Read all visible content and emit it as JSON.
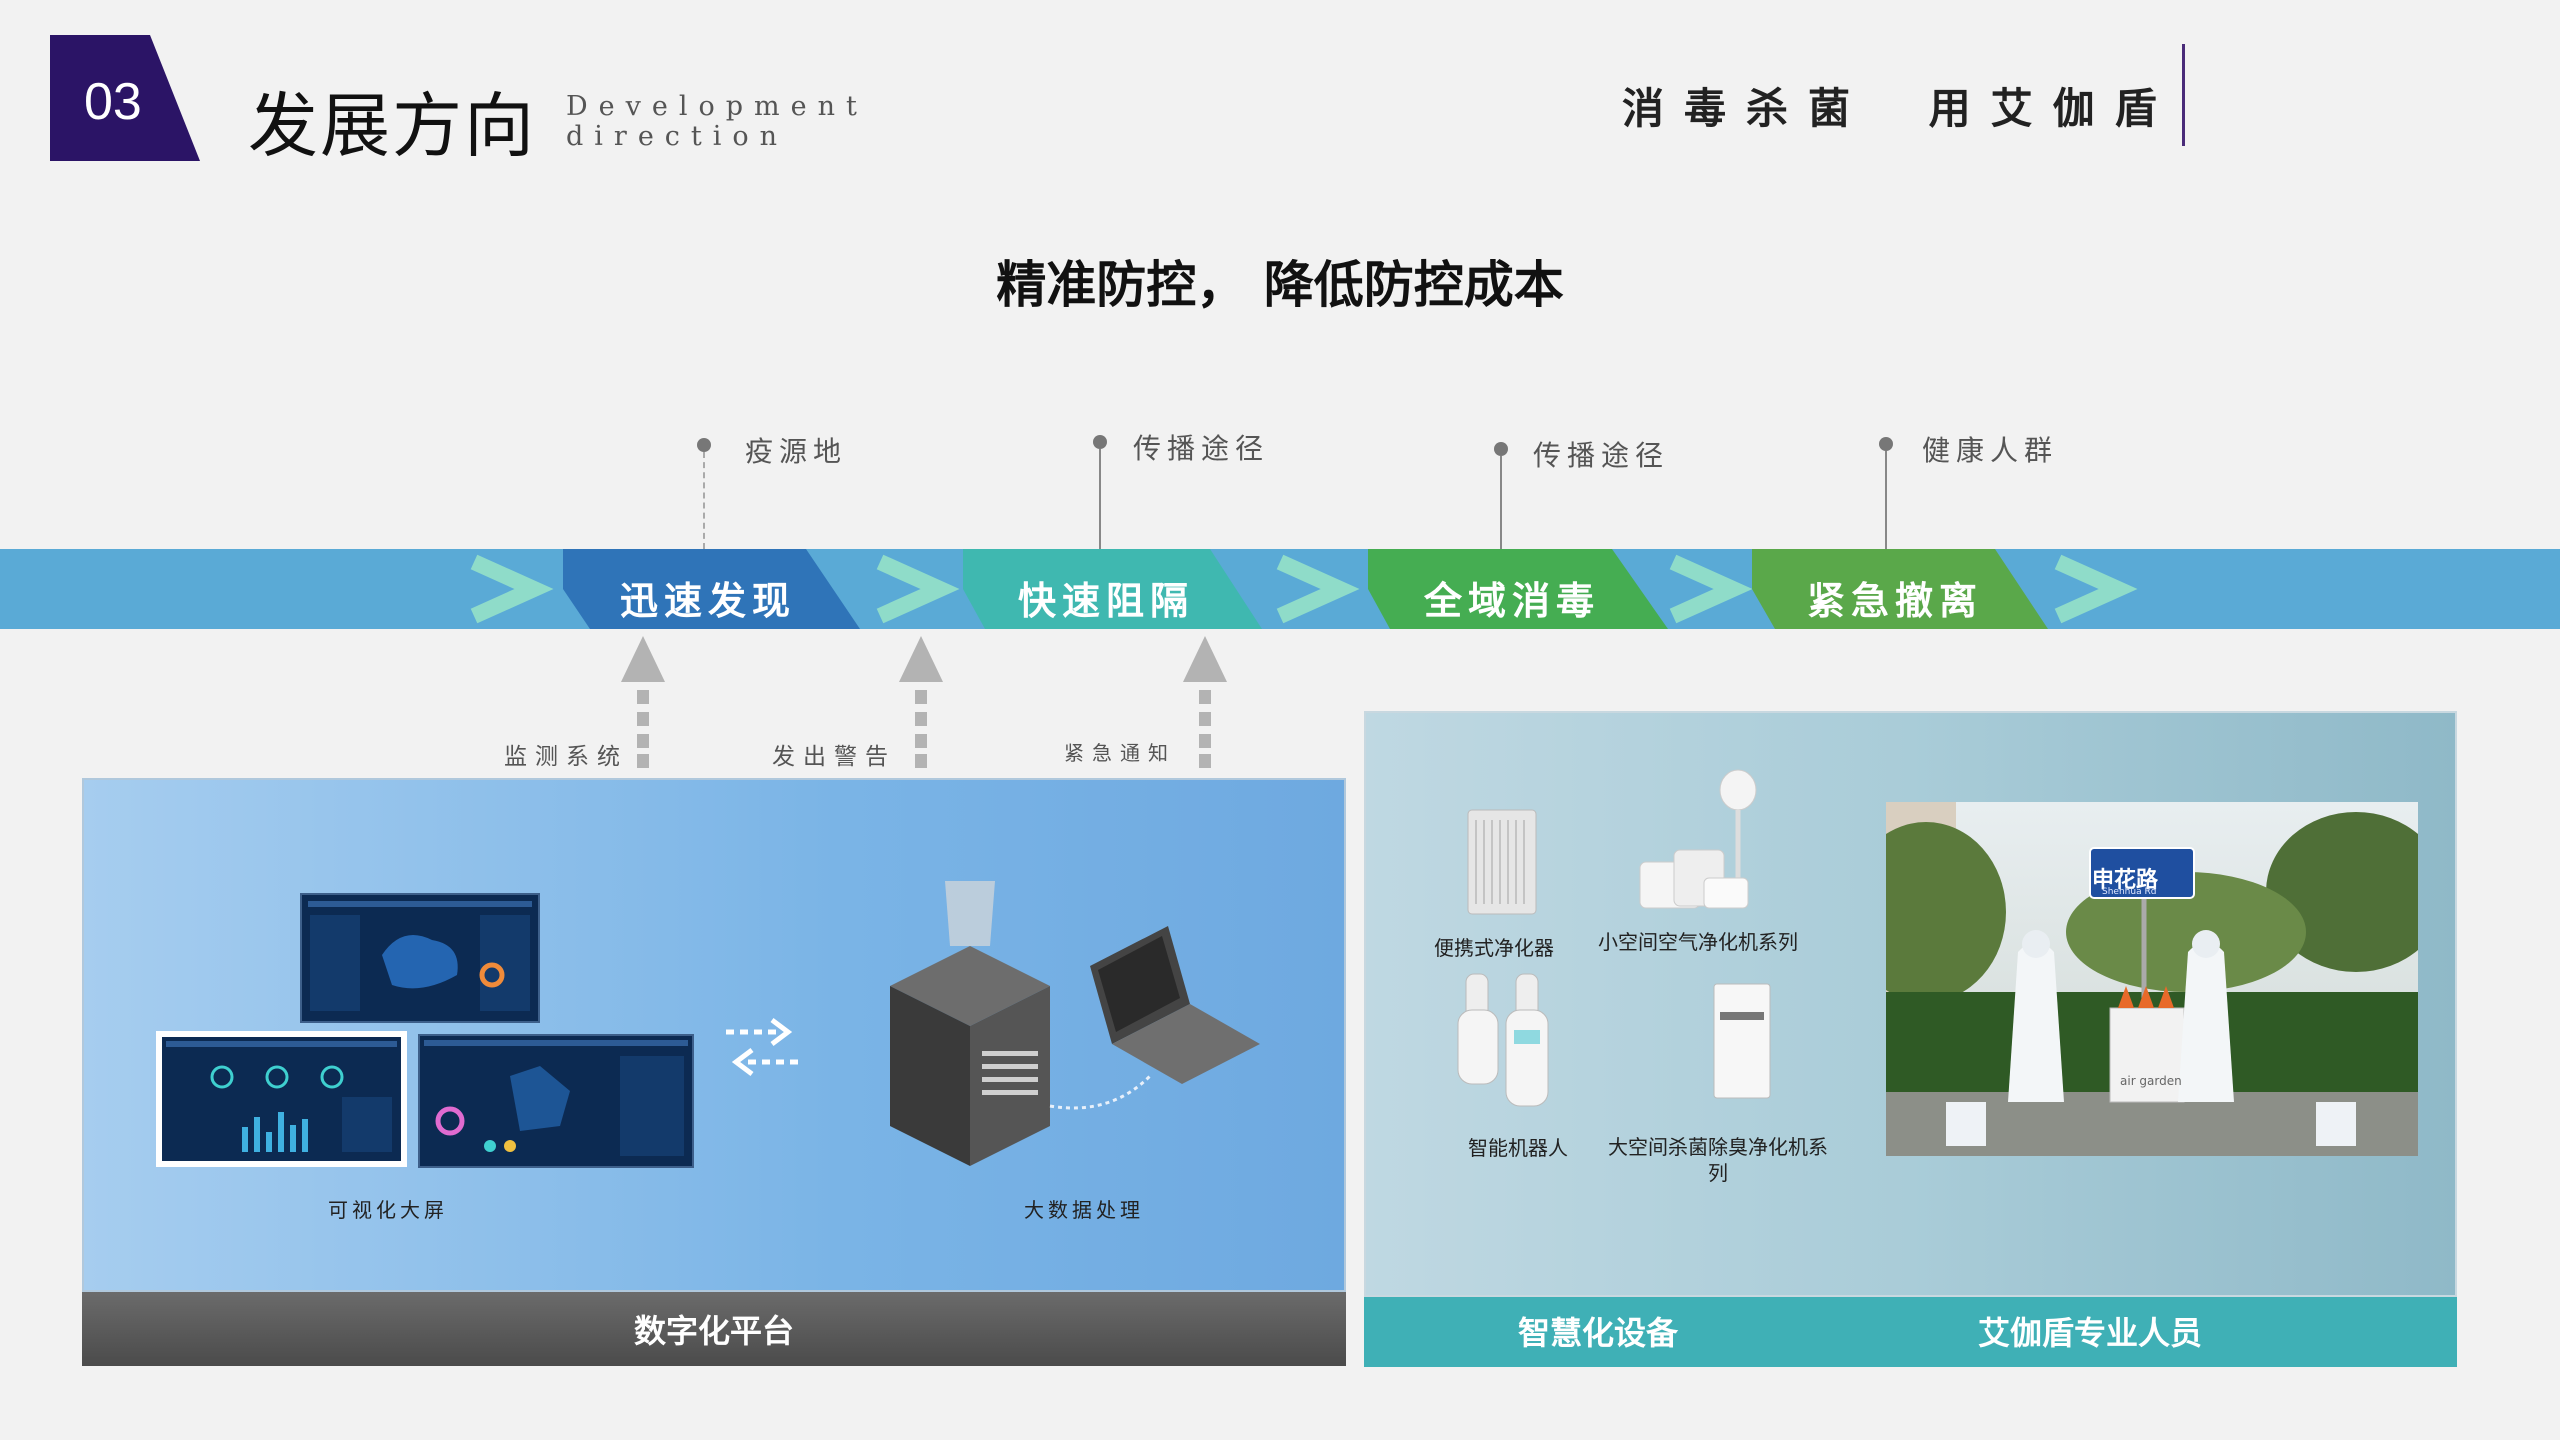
{
  "header": {
    "section_number": "03",
    "title": "发展方向",
    "subtitle_line1": "Development",
    "subtitle_line2": "direction",
    "slogan": "消毒杀菌 用艾伽盾"
  },
  "headline": "精准防控， 降低防控成本",
  "flow": {
    "stage_labels": [
      "疫源地",
      "传播途径",
      "传播途径",
      "健康人群"
    ],
    "steps": [
      "迅速发现",
      "快速阻隔",
      "全域消毒",
      "紧急撤离"
    ],
    "inputs": [
      "监测系统",
      "发出警告",
      "紧急通知"
    ]
  },
  "left_panel": {
    "caption_screens": "可视化大屏",
    "caption_bigdata": "大数据处理",
    "footer": "数字化平台"
  },
  "right_panel": {
    "devices": {
      "portable": "便携式净化器",
      "small_space": "小空间空气净化机系列",
      "robot": "智能机器人",
      "large_space": "大空间杀菌除臭净化机系列"
    },
    "photo_sign": "申花路",
    "photo_sign_sub": "Shenhua Rd",
    "photo_cart_text": "air garden",
    "footer_left": "智慧化设备",
    "footer_right": "艾伽盾专业人员"
  },
  "colors": {
    "brand_purple": "#2b1466",
    "band_blue": "#5aaad6",
    "step1": "#2f74b8",
    "step2": "#3fb8b0",
    "step3": "#45ad52",
    "step4": "#5aa84a",
    "chevron": "#8fdcc9",
    "teal_footer": "#3fb0b6"
  }
}
